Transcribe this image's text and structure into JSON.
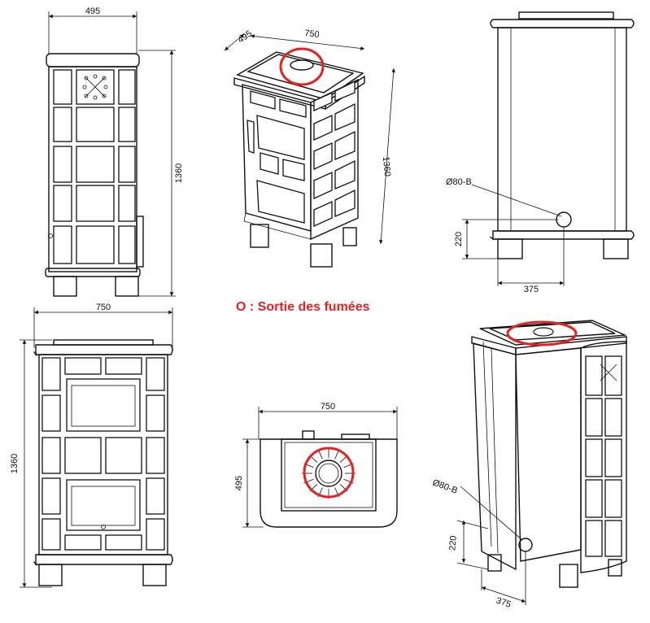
{
  "legend": {
    "text": "O : Sortie des fumées",
    "color": "#e02424"
  },
  "highlight_color": "#e02424",
  "dimensions": {
    "side_width": "495",
    "side_height": "1360",
    "iso_width": "750",
    "iso_depth": "495",
    "iso_height": "1360",
    "back_flue_label": "Ø80-B",
    "back_flue_height": "220",
    "back_flue_offset": "375",
    "front_width": "750",
    "front_height": "1360",
    "top_width": "750",
    "top_depth": "495",
    "rear_flue_label": "Ø80-B",
    "rear_flue_height": "220",
    "rear_flue_offset": "375"
  }
}
